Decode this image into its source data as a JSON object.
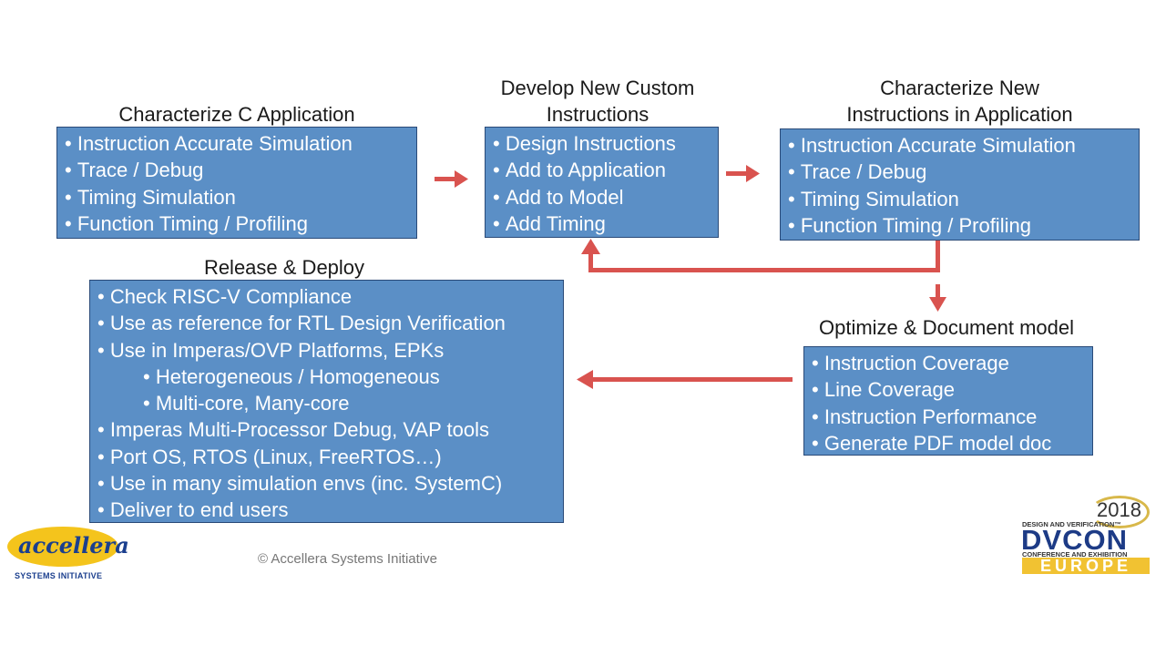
{
  "stages": {
    "characterize": {
      "title": "Characterize  C Application",
      "items": [
        "Instruction Accurate Simulation",
        "Trace / Debug",
        "Timing Simulation",
        "Function Timing / Profiling"
      ]
    },
    "develop": {
      "title": "Develop New Custom\nInstructions",
      "items": [
        "Design Instructions",
        "Add to Application",
        "Add to Model",
        "Add Timing"
      ]
    },
    "characterize_new": {
      "title": "Characterize New\nInstructions in Application",
      "items": [
        "Instruction Accurate Simulation",
        "Trace / Debug",
        "Timing Simulation",
        "Function Timing / Profiling"
      ]
    },
    "optimize": {
      "title": "Optimize & Document model",
      "items": [
        "Instruction Coverage",
        "Line Coverage",
        "Instruction Performance",
        "Generate PDF model doc"
      ]
    },
    "release": {
      "title": "Release & Deploy",
      "items": [
        "Check RISC-V Compliance",
        "Use as reference for RTL Design Verification",
        "Use in Imperas/OVP Platforms, EPKs",
        "Heterogeneous / Homogeneous",
        "Multi-core, Many-core",
        "Imperas Multi-Processor Debug, VAP tools",
        "Port OS, RTOS (Linux, FreeRTOS…)",
        "Use in many simulation envs (inc. SystemC)",
        "Deliver to end users"
      ]
    }
  },
  "footer": {
    "copyright": "© Accellera Systems Initiative",
    "accellera_logo": {
      "word": "accellera",
      "subtitle": "SYSTEMS INITIATIVE"
    },
    "dvcon_logo": {
      "year": "2018",
      "tagline_top": "DESIGN AND VERIFICATION™",
      "name": "DVCON",
      "tagline_bottom": "CONFERENCE AND EXHIBITION",
      "region": "EUROPE"
    }
  },
  "colors": {
    "box_fill": "#5b8fc6",
    "box_border": "#2a4a78",
    "arrow": "#d9534f",
    "box_text": "#ffffff"
  }
}
